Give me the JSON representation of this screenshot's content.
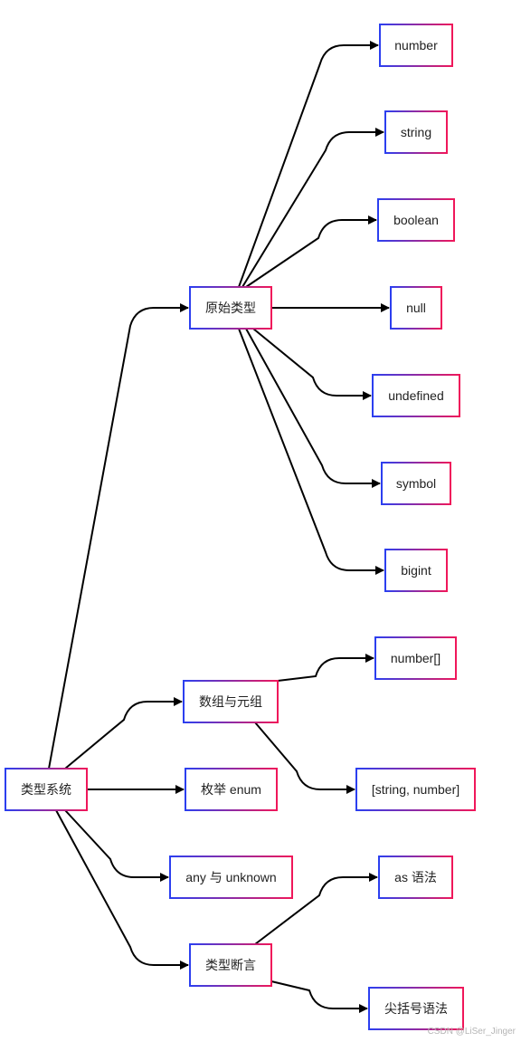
{
  "diagram": {
    "type": "mind-map",
    "root": {
      "id": "root",
      "label": "类型系统"
    },
    "nodes": [
      {
        "id": "primitive",
        "label": "原始类型",
        "parent": "root"
      },
      {
        "id": "number",
        "label": "number",
        "parent": "primitive"
      },
      {
        "id": "string",
        "label": "string",
        "parent": "primitive"
      },
      {
        "id": "boolean",
        "label": "boolean",
        "parent": "primitive"
      },
      {
        "id": "null",
        "label": "null",
        "parent": "primitive"
      },
      {
        "id": "undefined",
        "label": "undefined",
        "parent": "primitive"
      },
      {
        "id": "symbol",
        "label": "symbol",
        "parent": "primitive"
      },
      {
        "id": "bigint",
        "label": "bigint",
        "parent": "primitive"
      },
      {
        "id": "array",
        "label": "数组与元组",
        "parent": "root"
      },
      {
        "id": "number-array",
        "label": "number[]",
        "parent": "array"
      },
      {
        "id": "tuple",
        "label": "[string, number]",
        "parent": "array"
      },
      {
        "id": "enum",
        "label": "枚举 enum",
        "parent": "root"
      },
      {
        "id": "any-unknown",
        "label": "any 与 unknown",
        "parent": "root"
      },
      {
        "id": "assertion",
        "label": "类型断言",
        "parent": "root"
      },
      {
        "id": "as-syntax",
        "label": "as 语法",
        "parent": "assertion"
      },
      {
        "id": "angle-syntax",
        "label": "尖括号语法",
        "parent": "assertion"
      }
    ]
  },
  "colors": {
    "border_start": "#2b3ff0",
    "border_end": "#f0175a",
    "edge": "#000000",
    "text": "#222222"
  },
  "watermark": "CSDN @LiSer_Jinger"
}
